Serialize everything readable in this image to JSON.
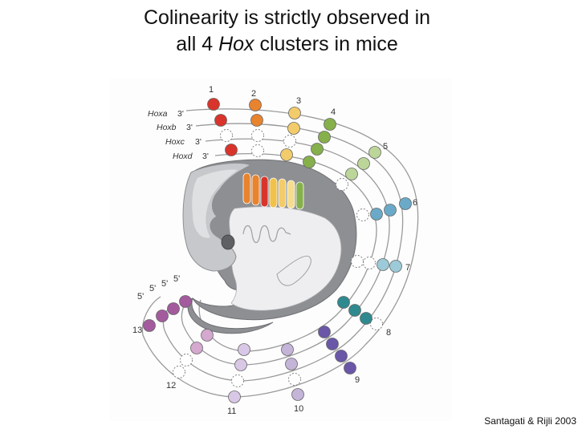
{
  "slide": {
    "title_part1": "Colinearity is strictly observed in",
    "title_part2_prefix": "all 4 ",
    "title_part2_italic": "Hox",
    "title_part2_suffix": " clusters in mice",
    "credit": "Santagati & Rijli 2003"
  },
  "diagram": {
    "clusters": [
      {
        "name": "Hoxa",
        "end": "3'"
      },
      {
        "name": "Hoxb",
        "end": "3'"
      },
      {
        "name": "Hoxc",
        "end": "3'"
      },
      {
        "name": "Hoxd",
        "end": "3'"
      }
    ],
    "paralog_labels": {
      "p1": "1",
      "p2": "2",
      "p3": "3",
      "p4": "4",
      "p5": "5",
      "p6": "6",
      "p7": "7",
      "p8": "8",
      "p9": "9",
      "p10": "10",
      "p11": "11",
      "p12": "12",
      "p13": "13",
      "end_a": "5'",
      "end_b": "5'",
      "end_c": "5'"
    },
    "paralog_colors": {
      "g1": "#d9342b",
      "g2": "#e8832e",
      "g3": "#f2cc6b",
      "g4": "#86b04b",
      "g5": "#bcd69a",
      "g6": "#6aaac8",
      "g7": "#9ccad8",
      "g8": "#2f8a8f",
      "g9": "#6a57a8",
      "g10": "#c4b4d8",
      "g11": "#c9b1dc",
      "g12": "#d4a8cf",
      "g13": "#a35b9e"
    },
    "gene_presence": {
      "Hoxa": [
        "1",
        "2",
        "3",
        "4",
        "5",
        "6",
        "7",
        "9",
        "10",
        "11",
        "13"
      ],
      "Hoxb": [
        "1",
        "2",
        "3",
        "4",
        "5",
        "6",
        "7",
        "8",
        "9",
        "13"
      ],
      "Hoxc": [
        "4",
        "5",
        "6",
        "8",
        "9",
        "10",
        "11",
        "12",
        "13"
      ],
      "Hoxd": [
        "1",
        "3",
        "4",
        "8",
        "9",
        "10",
        "11",
        "12",
        "13"
      ]
    }
  }
}
